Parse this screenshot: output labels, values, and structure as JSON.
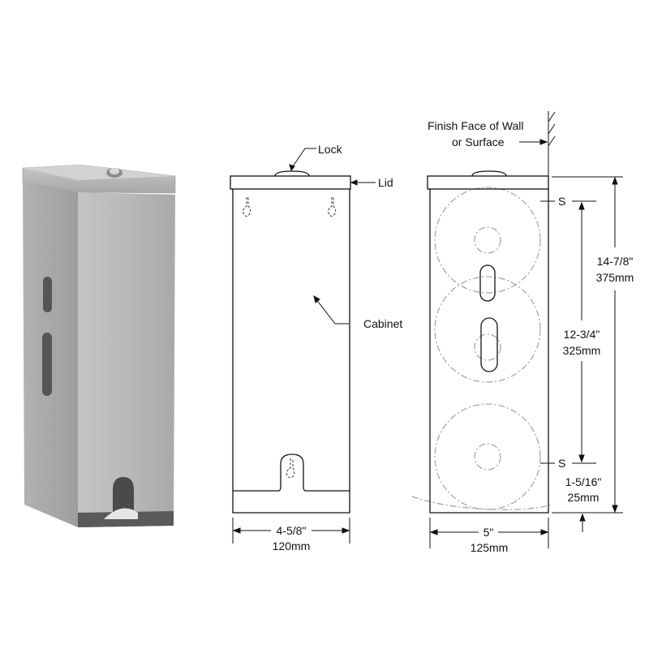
{
  "product_photo": {
    "description": "Stainless steel triple toilet roll dispenser, perspective photo",
    "colors": {
      "front": "#b8b8b8",
      "side": "#a6a6a6",
      "lid": "#b0b0b0",
      "slot": "#555555",
      "base": "#5a5a5a"
    }
  },
  "front_view": {
    "labels": {
      "lock": "Lock",
      "lid": "Lid",
      "cabinet": "Cabinet"
    },
    "width_dimension": {
      "imperial": "4-5/8\"",
      "metric": "120mm"
    }
  },
  "side_view": {
    "labels": {
      "wall_line1": "Finish Face of Wall",
      "wall_line2": "or Surface",
      "s_top": "S",
      "s_bottom": "S"
    },
    "depth_dimension": {
      "imperial": "5\"",
      "metric": "125mm"
    },
    "overall_height": {
      "imperial": "14-7/8\"",
      "metric": "375mm"
    },
    "mount_spacing": {
      "imperial": "12-3/4\"",
      "metric": "325mm"
    },
    "bottom_offset": {
      "imperial": "1-5/16\"",
      "metric": "25mm"
    }
  },
  "colors": {
    "line": "#111111",
    "dashed": "#9a9a9a",
    "background": "#ffffff"
  }
}
